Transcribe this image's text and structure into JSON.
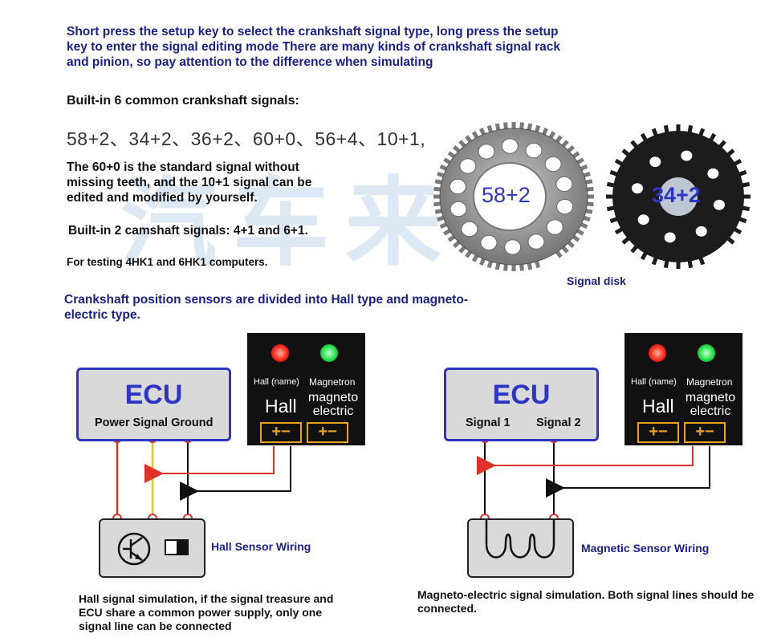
{
  "intro": {
    "paragraph": "Short press the setup key to select the crankshaft signal type, long press the setup key to enter the signal editing mode There are many kinds of crankshaft signal rack and pinion, so pay attention to the difference when simulating",
    "builtin_crank_title": "Built-in 6 common crankshaft signals:",
    "crank_signals": "58+2、34+2、36+2、60+0、56+4、10+1,",
    "standard_note": "The 60+0 is the standard signal without missing teeth, and the 10+1 signal can be edited and modified by yourself.",
    "cam_signals": "Built-in 2 camshaft signals: 4+1 and 6+1.",
    "testing_note": "For testing 4HK1 and 6HK1 computers."
  },
  "disks": {
    "disk1_label": "58+2",
    "disk2_label": "34+2",
    "caption": "Signal disk"
  },
  "sensors_heading": "Crankshaft position sensors are divided into Hall type and magneto-electric type.",
  "hall_diagram": {
    "ecu_title": "ECU",
    "ecu_label": "Power Signal Ground",
    "panel": {
      "hall_small": "Hall (name)",
      "mag_small": "Magnetron",
      "hall_big": "Hall",
      "mag_big_1": "magneto",
      "mag_big_2": "electric",
      "pins": "+−"
    },
    "caption": "Hall Sensor Wiring",
    "description": "Hall signal simulation, if the signal treasure and ECU share a common power supply, only one signal line can be connected"
  },
  "mag_diagram": {
    "ecu_title": "ECU",
    "signal1": "Signal 1",
    "signal2": "Signal 2",
    "panel": {
      "hall_small": "Hall (name)",
      "mag_small": "Magnetron",
      "hall_big": "Hall",
      "mag_big_1": "magneto",
      "mag_big_2": "electric",
      "pins": "+−"
    },
    "caption": "Magnetic Sensor Wiring",
    "description": "Magneto-electric signal simulation. Both signal lines should be connected."
  },
  "colors": {
    "heading_blue": "#1a1f8f",
    "ecu_border": "#2d35c4",
    "wire_red": "#e0302a",
    "wire_yellow": "#f2c21b",
    "pin_orange": "#e8a317",
    "led_red": "#ff2a1a",
    "led_green": "#22e04a"
  }
}
